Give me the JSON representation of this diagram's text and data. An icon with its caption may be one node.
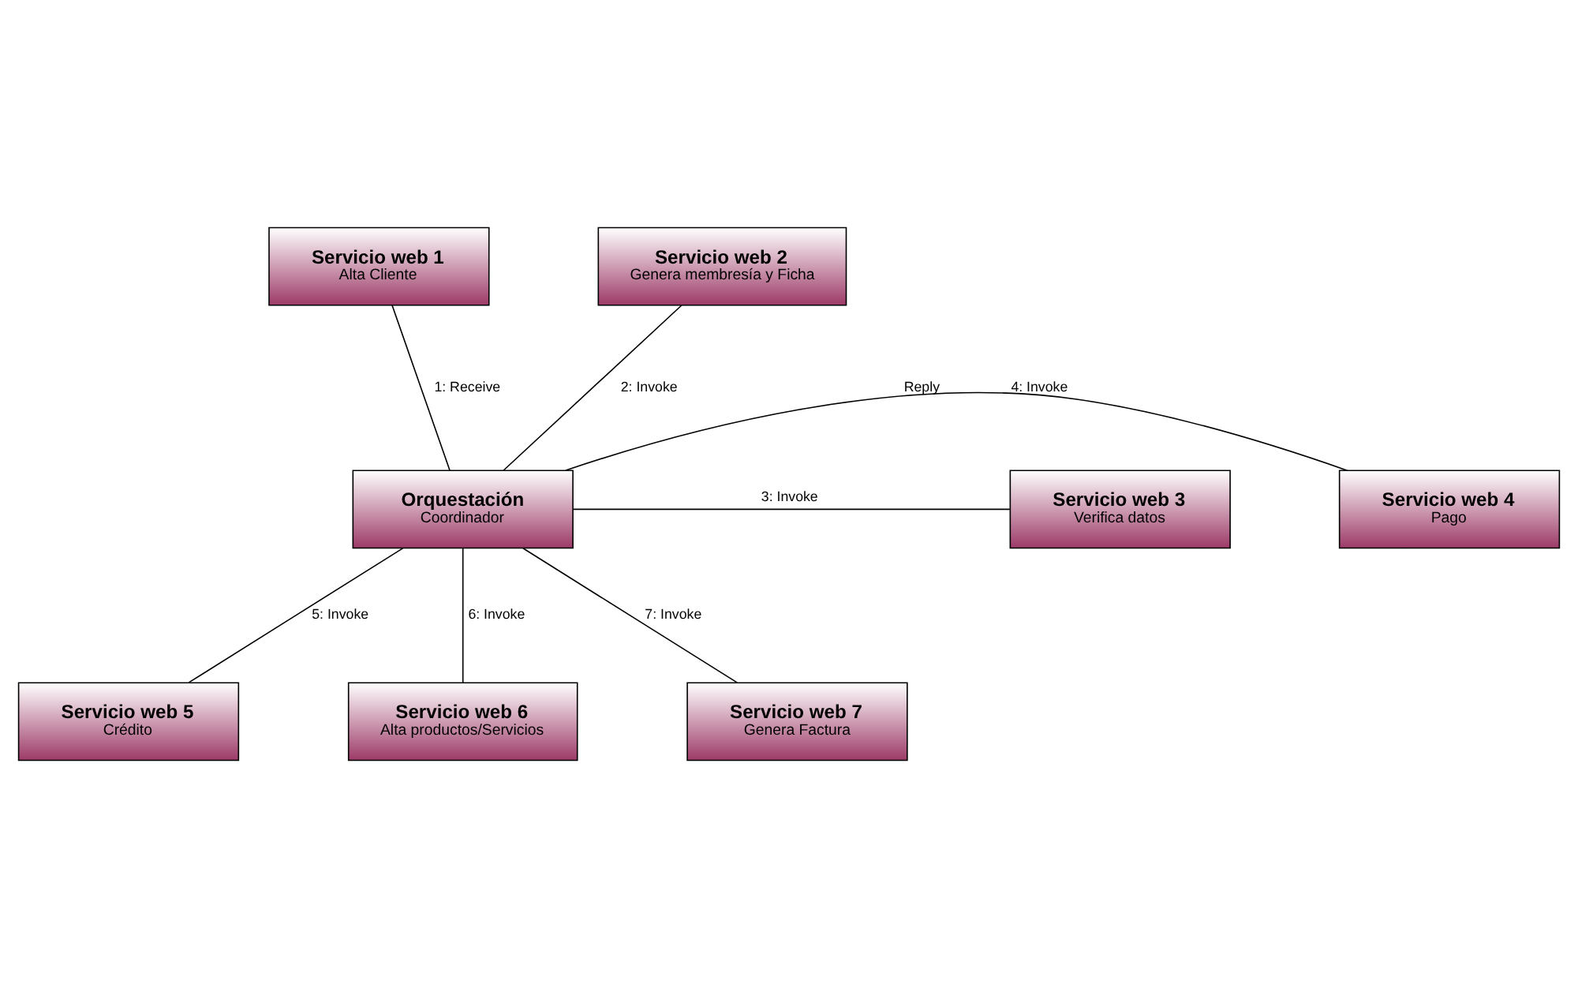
{
  "diagram": {
    "nodes": [
      {
        "text": [
          "Servicio web 1",
          "Alta Cliente"
        ]
      },
      {
        "text": [
          "Servicio web 2",
          "Genera membresía y Ficha"
        ]
      },
      {
        "text": [
          "Servicio web 3",
          "Verifica datos"
        ]
      },
      {
        "text": [
          "Orquestación",
          "Coordinador"
        ]
      },
      {
        "text": [
          "Servicio web 4",
          "Pago"
        ]
      },
      {
        "text": [
          "Servicio web 5",
          "Crédito"
        ]
      },
      {
        "text": [
          "Servicio web 6",
          "Alta productos/Servicios"
        ]
      },
      {
        "text": [
          "Servicio web 7",
          "Genera Factura"
        ]
      }
    ],
    "edges": [
      {
        "from": 0,
        "to": 3,
        "arrow": "none",
        "label": "1: Receive"
      },
      {
        "from": 3,
        "to": 1,
        "arrow": "none",
        "label": "2: Invoke"
      },
      {
        "from": 3,
        "to": 2,
        "arrow": "none",
        "label": "3: Invoke"
      },
      {
        "from": 3,
        "to": 4,
        "arrow": "none",
        "label": "4: Invoke"
      },
      {
        "from": 3,
        "to": 5,
        "arrow": "none",
        "label": "5: Invoke"
      },
      {
        "from": 3,
        "to": 6,
        "arrow": "none",
        "label": "6: Invoke"
      },
      {
        "from": 3,
        "to": 7,
        "arrow": "none",
        "label": "7: Invoke"
      }
    ],
    "labels": [
      "Reply"
    ]
  }
}
